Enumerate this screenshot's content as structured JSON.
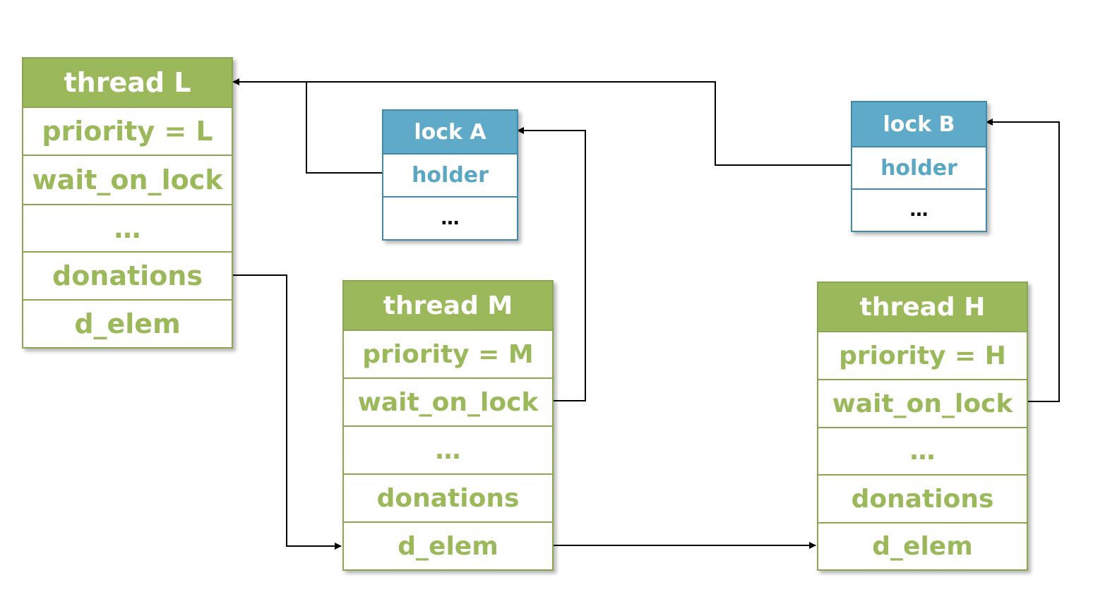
{
  "threads": {
    "L": {
      "title": "thread  L",
      "priority": "priority  =  L",
      "wait_on_lock": "wait_on_lock",
      "dots": "…",
      "donations": "donations",
      "d_elem": "d_elem"
    },
    "M": {
      "title": "thread M",
      "priority": "priority  =  M",
      "wait_on_lock": "wait_on_lock",
      "dots": "…",
      "donations": "donations",
      "d_elem": "d_elem"
    },
    "H": {
      "title": "thread H",
      "priority": "priority  =  H",
      "wait_on_lock": "wait_on_lock",
      "dots": "…",
      "donations": "donations",
      "d_elem": "d_elem"
    }
  },
  "locks": {
    "A": {
      "title": "lock A",
      "holder": "holder",
      "dots": "…"
    },
    "B": {
      "title": "lock B",
      "holder": "holder",
      "dots": "…"
    }
  },
  "colors": {
    "thread_header": "#9bb85a",
    "thread_text": "#9bb85a",
    "thread_border": "#8aa653",
    "lock_header": "#5eaac8",
    "lock_text": "#5aa7c4",
    "lock_border": "#3f8aa6",
    "arrow": "#000000"
  }
}
